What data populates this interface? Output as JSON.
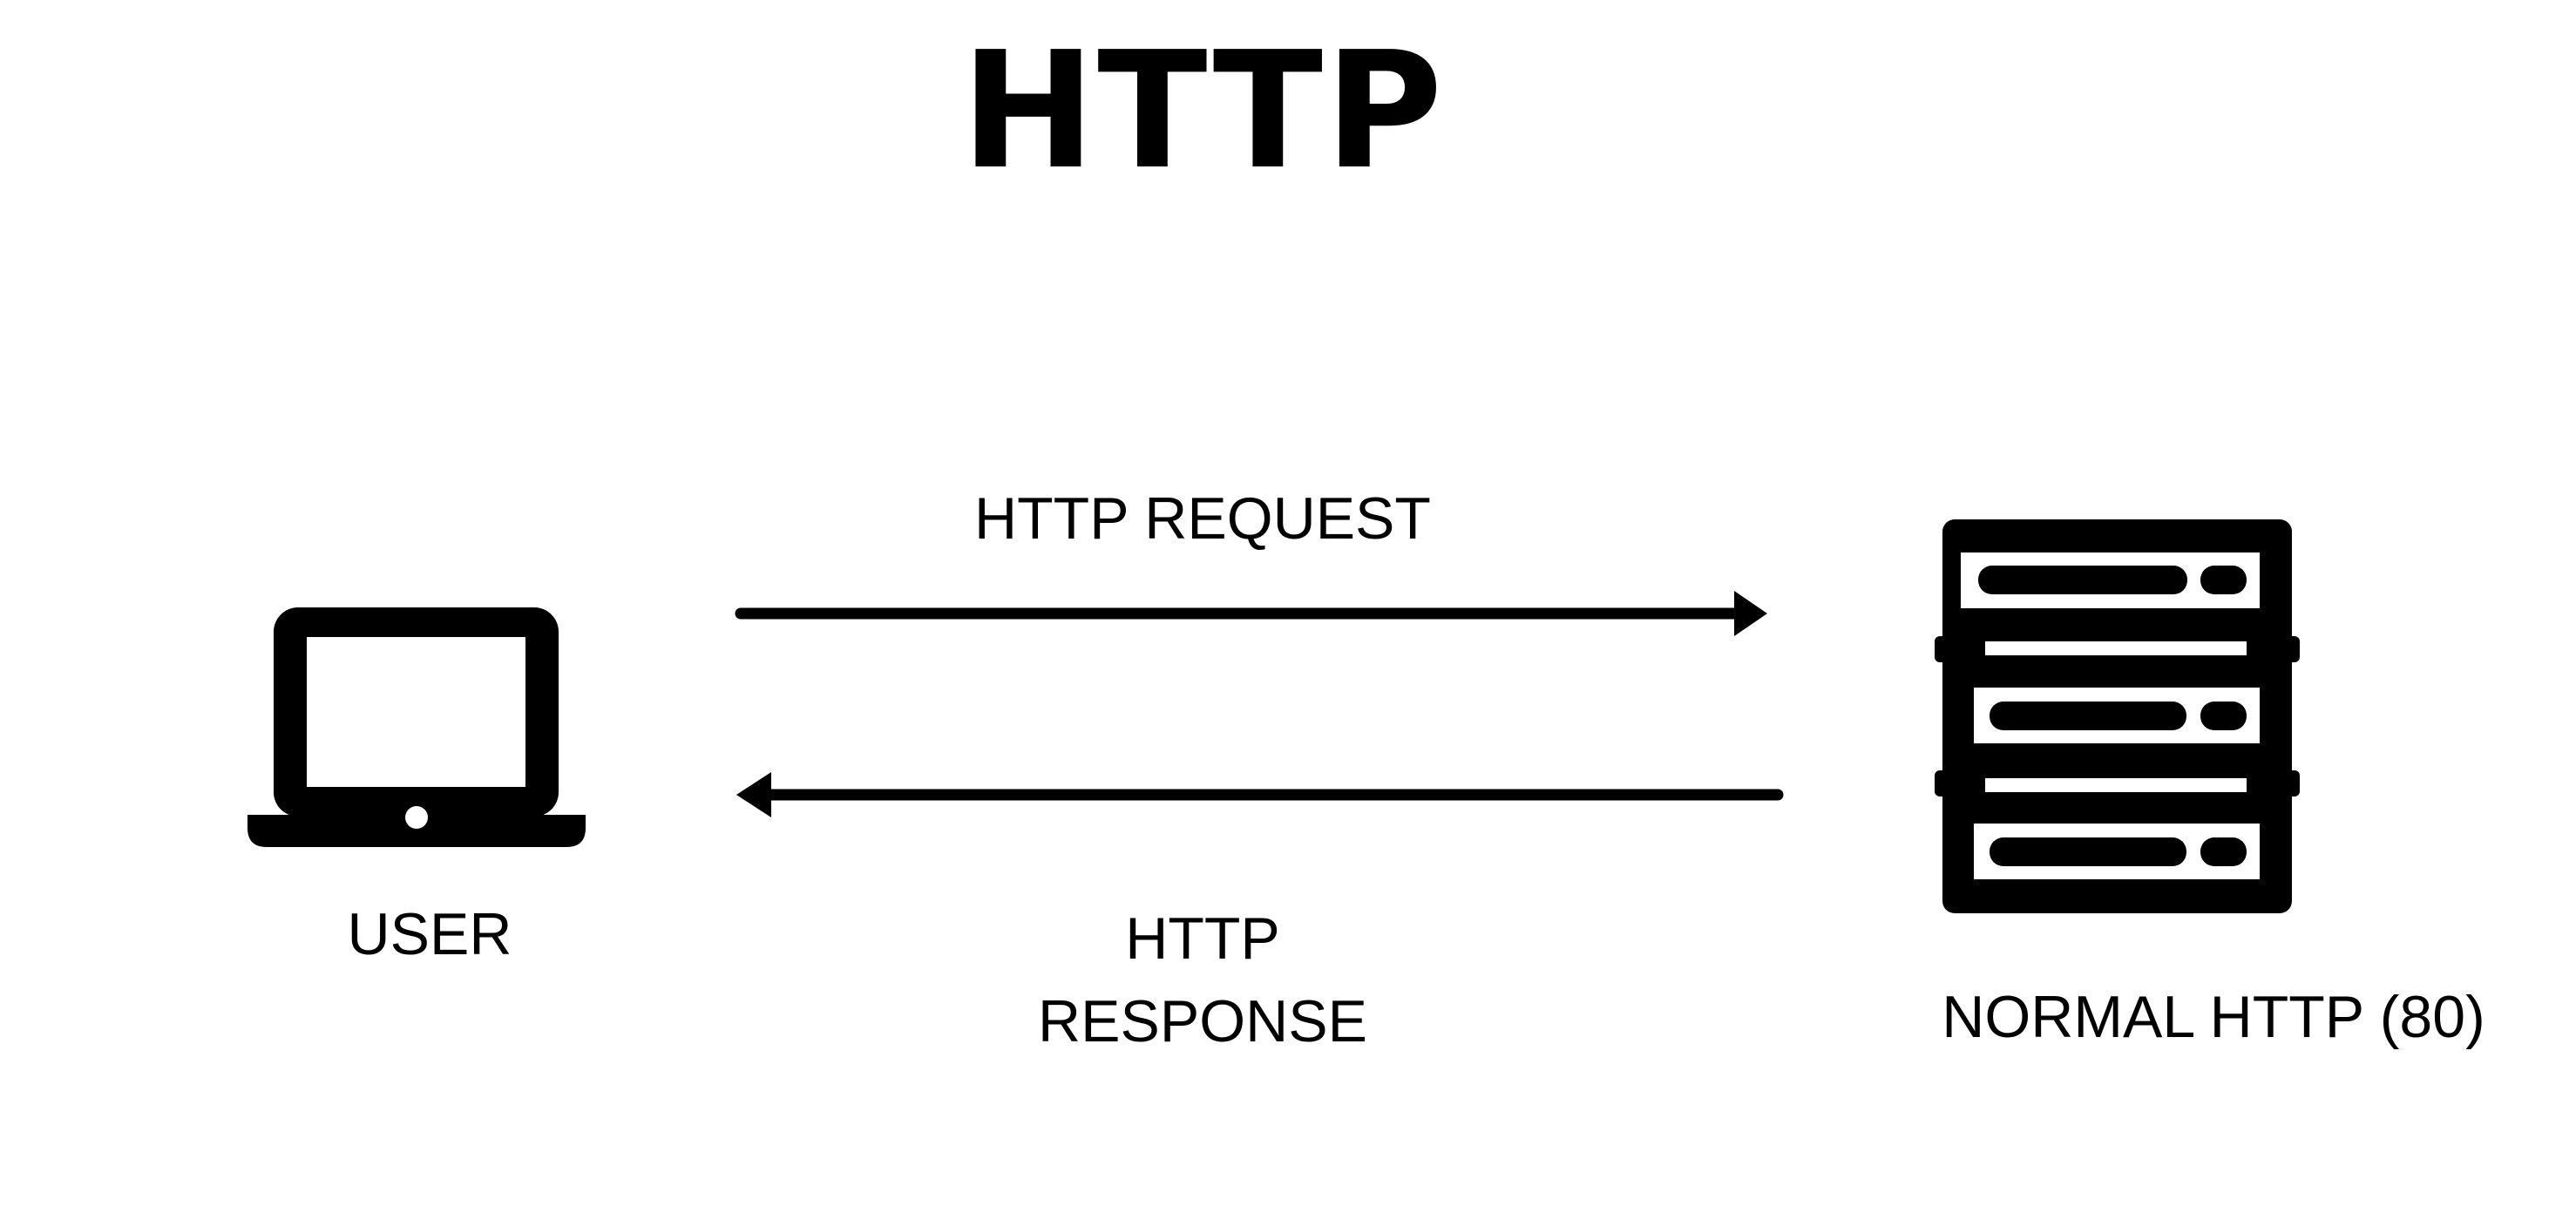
{
  "title": "HTTP",
  "arrows": {
    "request_label": "HTTP REQUEST",
    "response_label_line1": "HTTP",
    "response_label_line2": "RESPONSE"
  },
  "nodes": {
    "user": {
      "label": "USER",
      "icon": "laptop-icon"
    },
    "server": {
      "label": "NORMAL HTTP (80)",
      "icon": "server-rack-icon"
    }
  },
  "colors": {
    "ink": "#000000",
    "background": "#ffffff"
  }
}
